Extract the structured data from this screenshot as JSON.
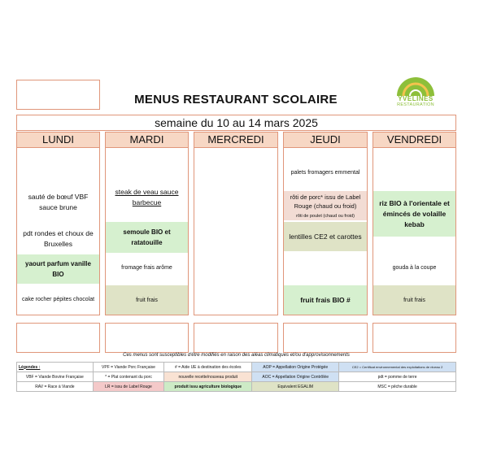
{
  "title": "MENUS RESTAURANT SCOLAIRE",
  "logo": {
    "line1": "YVELINES",
    "line2": "RESTAURATION",
    "color": "#8dbf3a"
  },
  "week": "semaine du 10 au 14 mars 2025",
  "days": [
    {
      "name": "LUNDI",
      "items": [
        "",
        "sauté de bœuf VBF sauce brune",
        "pdt rondes et choux de Bruxelles",
        "yaourt parfum vanille BIO",
        "cake rocher pépites chocolat"
      ]
    },
    {
      "name": "MARDI",
      "items": [
        "",
        "steak de veau sauce barbecue",
        "semoule BIO et ratatouille",
        "fromage frais arôme",
        "fruit frais"
      ]
    },
    {
      "name": "MERCREDI",
      "items": [
        "",
        "",
        "",
        "",
        ""
      ]
    },
    {
      "name": "JEUDI",
      "items": [
        "palets fromagers emmental",
        "rôti de porc* issu de Label Rouge (chaud ou froid)",
        "lentilles CE2 et carottes",
        "",
        "fruit frais BIO #"
      ],
      "subnote": "rôti de poulet (chaud ou froid)"
    },
    {
      "name": "VENDREDI",
      "items": [
        "",
        "riz BIO à l'orientale et émincés de volaille kebab",
        "",
        "gouda à la coupe",
        "fruit frais"
      ]
    }
  ],
  "note": "Ces menus sont susceptibles d'être modifiés en raison des aléas climatiques et/ou d'approvisionnements",
  "legend": {
    "title": "Légendes :",
    "rows": [
      [
        "",
        "VPF = Viande Porc Française",
        "# = Aide UE à destination des écoles",
        "AOP = Appellation Origine Protégée",
        "CE2 = Certificat environnemental des exploitations de niveau 2"
      ],
      [
        "VBF = Viande Bovine Française",
        "* = Plat contenant du porc",
        "nouvelle recette/nouveau produit",
        "AOC = Appellation Origine Contrôlée",
        "pdt = pomme de terre"
      ],
      [
        "RAV = Race à Viande",
        "LR = issu de Label Rouge",
        "produit issu agriculture biologique",
        "Equivalent EGALIM",
        "MSC = pêche durable"
      ]
    ]
  }
}
